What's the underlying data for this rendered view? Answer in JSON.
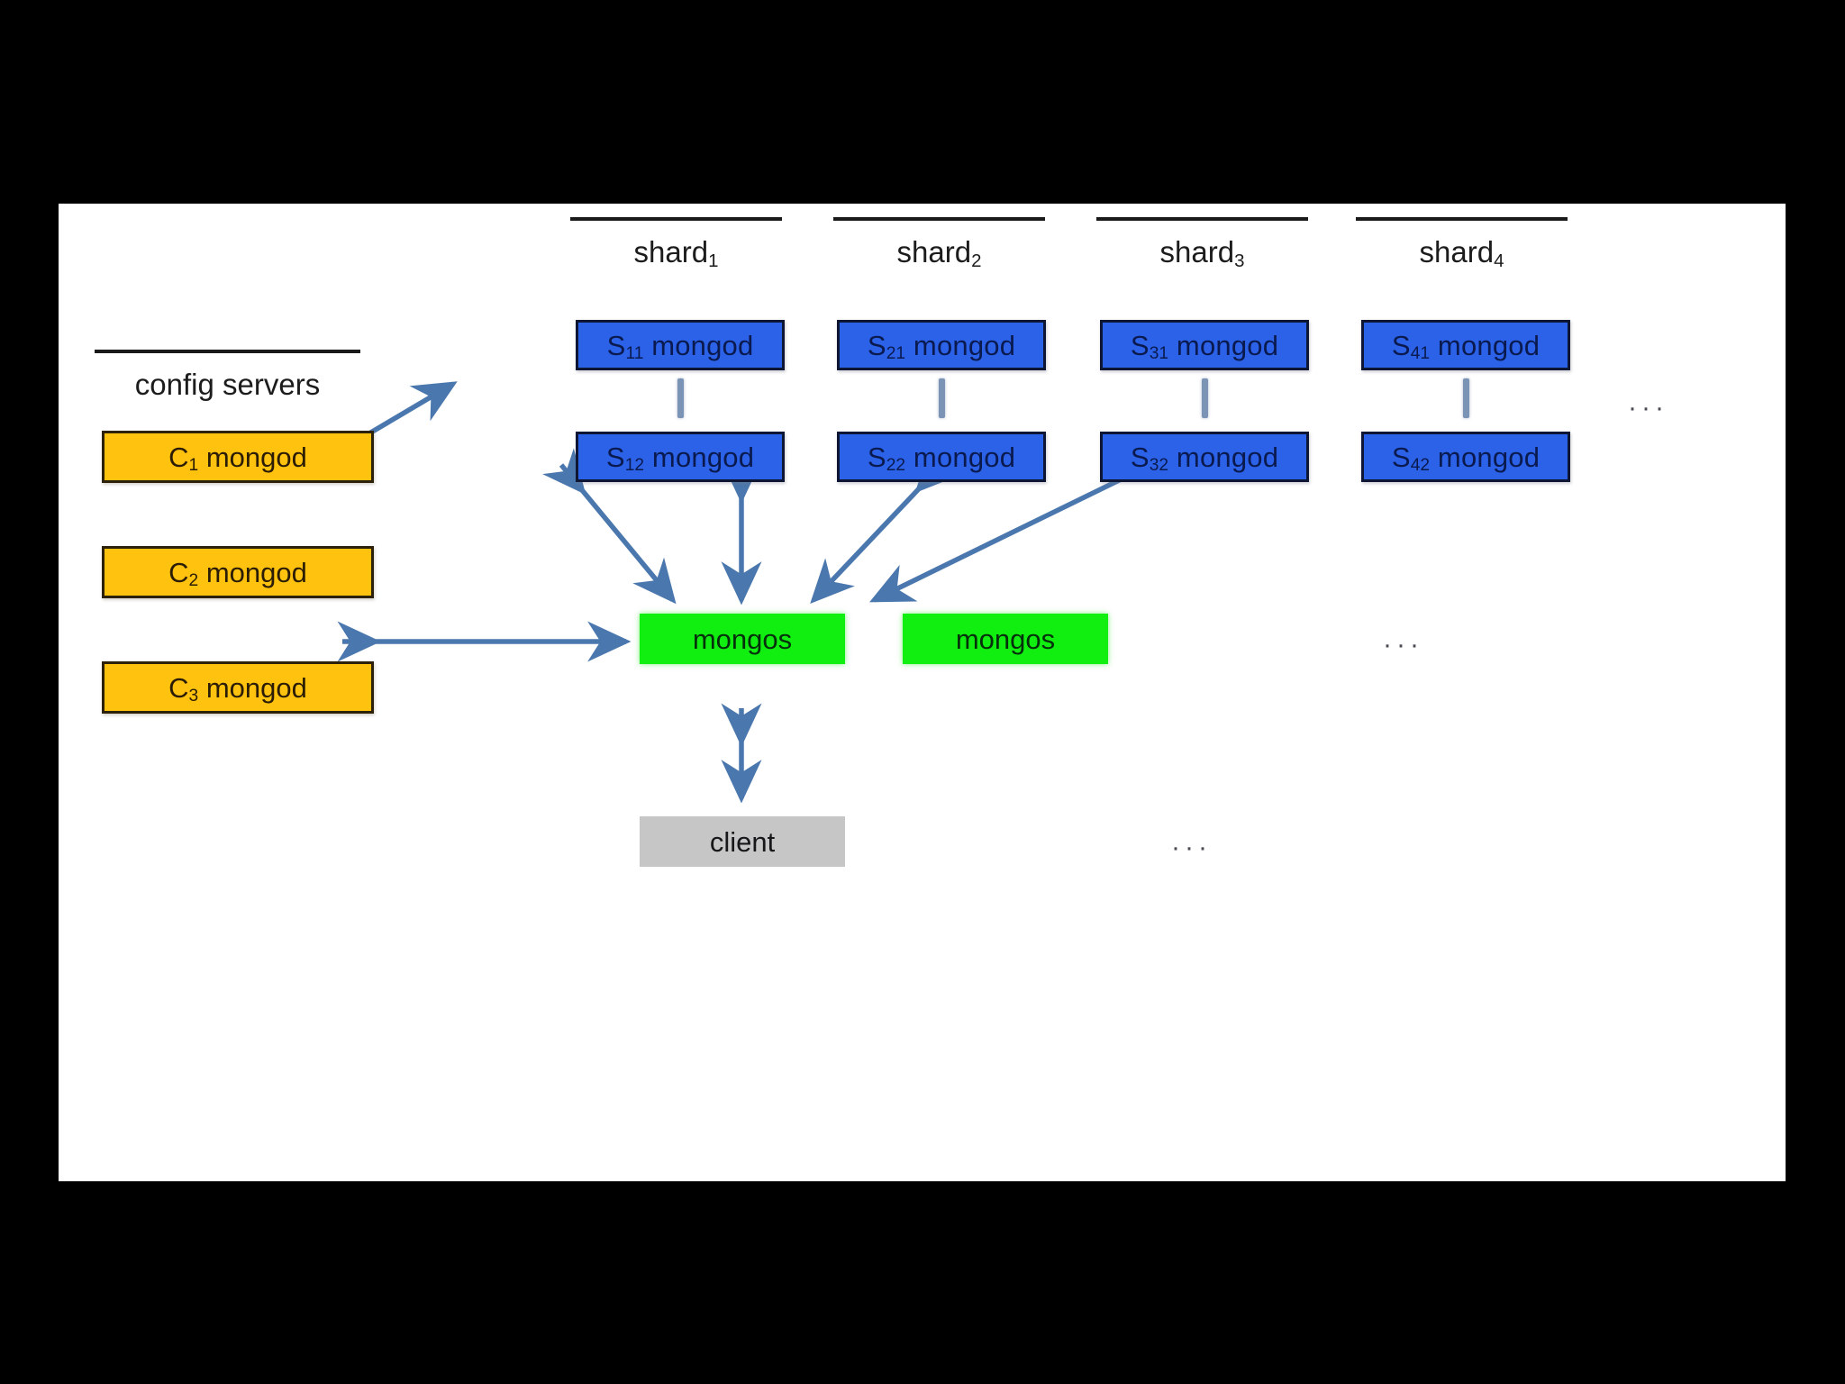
{
  "diagram": {
    "title": "MongoDB sharded cluster architecture",
    "canvas_background": "#ffffff",
    "letterbox_background": "#000000",
    "arrow_color": "#4a77ad",
    "connector_color": "#7b93b5"
  },
  "config_group": {
    "header": "config servers",
    "nodes": [
      {
        "label_prefix": "C",
        "label_sub": "1",
        "label_suffix": " mongod",
        "color": "#ffc20e"
      },
      {
        "label_prefix": "C",
        "label_sub": "2",
        "label_suffix": " mongod",
        "color": "#ffc20e"
      },
      {
        "label_prefix": "C",
        "label_sub": "3",
        "label_suffix": " mongod",
        "color": "#ffc20e"
      }
    ]
  },
  "shard_groups": [
    {
      "header_prefix": "shard",
      "header_sub": "1",
      "primary": {
        "label_prefix": "S",
        "label_sub": "11",
        "label_suffix": " mongod"
      },
      "secondary": {
        "label_prefix": "S",
        "label_sub": "12",
        "label_suffix": " mongod"
      }
    },
    {
      "header_prefix": "shard",
      "header_sub": "2",
      "primary": {
        "label_prefix": "S",
        "label_sub": "21",
        "label_suffix": " mongod"
      },
      "secondary": {
        "label_prefix": "S",
        "label_sub": "22",
        "label_suffix": " mongod"
      }
    },
    {
      "header_prefix": "shard",
      "header_sub": "3",
      "primary": {
        "label_prefix": "S",
        "label_sub": "31",
        "label_suffix": " mongod"
      },
      "secondary": {
        "label_prefix": "S",
        "label_sub": "32",
        "label_suffix": " mongod"
      }
    },
    {
      "header_prefix": "shard",
      "header_sub": "4",
      "primary": {
        "label_prefix": "S",
        "label_sub": "41",
        "label_suffix": " mongod"
      },
      "secondary": {
        "label_prefix": "S",
        "label_sub": "42",
        "label_suffix": " mongod"
      }
    }
  ],
  "router_group": {
    "nodes": [
      {
        "label": "mongos",
        "color": "#10ef10"
      },
      {
        "label": "mongos",
        "color": "#10ef10"
      }
    ]
  },
  "client_group": {
    "nodes": [
      {
        "label": "client",
        "color": "#c6c6c6"
      }
    ]
  },
  "ellipses": {
    "shards_more": "···",
    "mongos_more": "···",
    "client_more": "···"
  }
}
